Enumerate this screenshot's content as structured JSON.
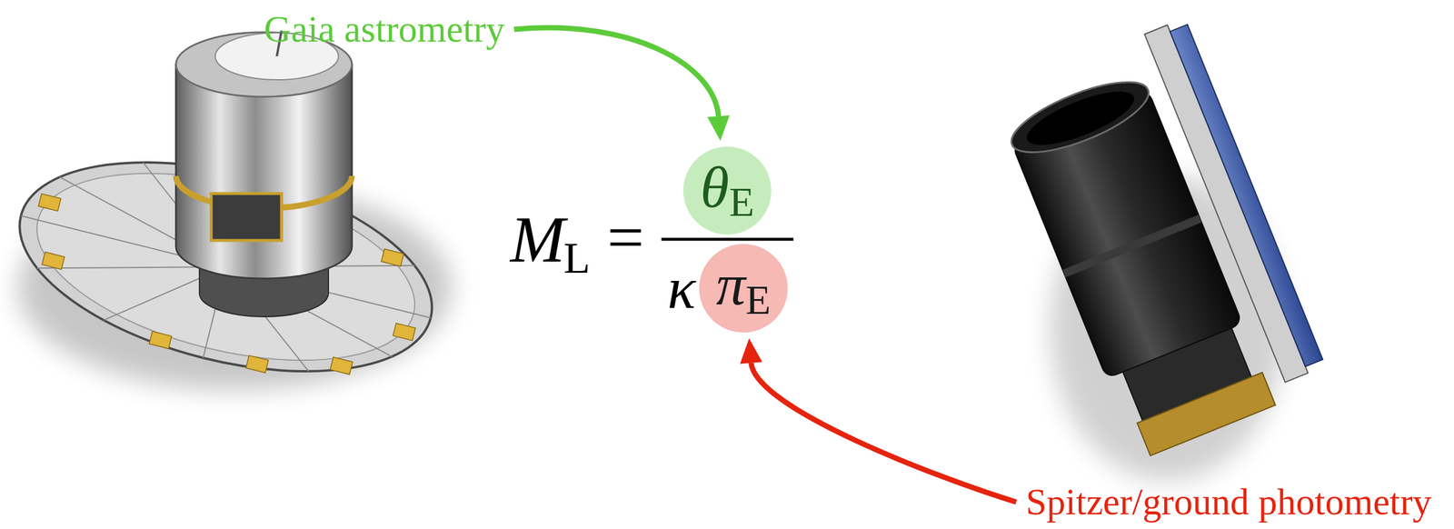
{
  "diagram": {
    "nodes": [
      {
        "text": [
          "θ",
          "E"
        ]
      },
      {
        "text": [
          "π",
          "E"
        ]
      }
    ],
    "labels": [
      "Gaia astrometry",
      "M",
      "L",
      "=",
      "κ",
      "Spitzer/ground photometry"
    ]
  }
}
